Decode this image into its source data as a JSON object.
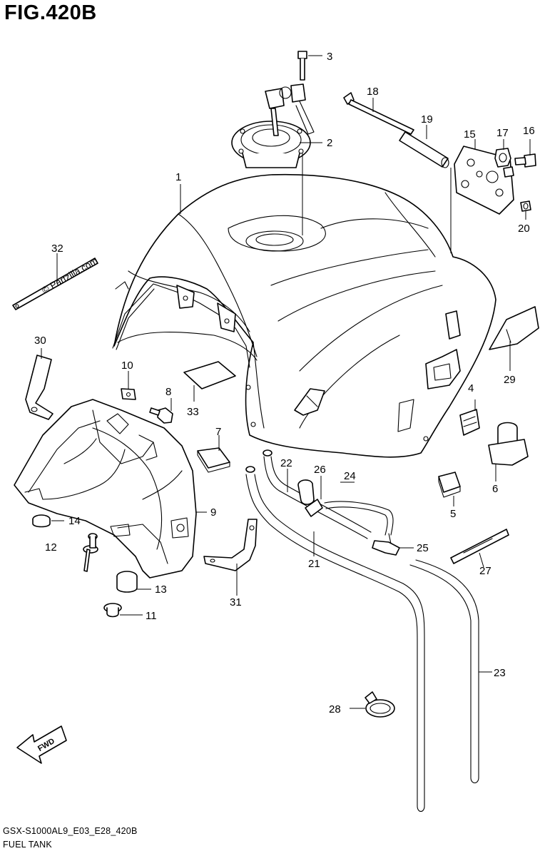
{
  "figure": {
    "title": "FIG.420B",
    "model_code": "GSX-S1000AL9_E03_E28_420B",
    "subtitle": "FUEL TANK",
    "watermark": "© Partzilla.com",
    "fwd_label": "FWD"
  },
  "callouts": [
    "1",
    "2",
    "3",
    "4",
    "5",
    "6",
    "7",
    "8",
    "9",
    "10",
    "11",
    "12",
    "13",
    "14",
    "15",
    "16",
    "17",
    "18",
    "19",
    "20",
    "21",
    "22",
    "23",
    "24",
    "25",
    "26",
    "27",
    "28",
    "29",
    "30",
    "31",
    "32",
    "33"
  ]
}
